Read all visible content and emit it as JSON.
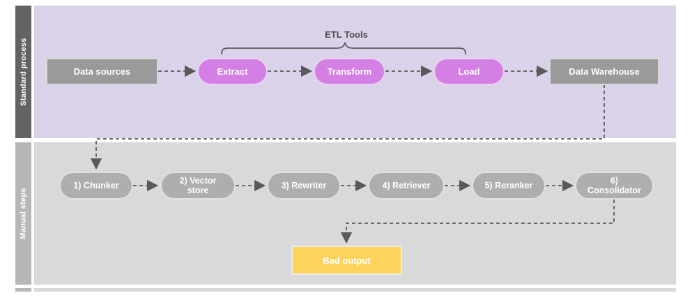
{
  "diagram": {
    "lanes": [
      {
        "label": "Standard process",
        "bg": "#d9d2e9",
        "label_bg": "#636363"
      },
      {
        "label": "Manual steps",
        "bg": "#d9d9d9",
        "label_bg": "#b7b7b7"
      }
    ],
    "annotation": {
      "label": "ETL Tools",
      "spans": [
        "Extract",
        "Transform",
        "Load"
      ]
    },
    "standard_nodes": [
      {
        "label": "Data sources",
        "shape": "rectangle",
        "color": "#9a9a9a"
      },
      {
        "label": "Extract",
        "shape": "pill",
        "color": "#d37fe3"
      },
      {
        "label": "Transform",
        "shape": "pill",
        "color": "#d37fe3"
      },
      {
        "label": "Load",
        "shape": "pill",
        "color": "#d37fe3"
      },
      {
        "label": "Data Warehouse",
        "shape": "rectangle",
        "color": "#9a9a9a"
      }
    ],
    "manual_nodes": [
      {
        "label": "1) Chunker",
        "shape": "pill",
        "color": "#aeaeae"
      },
      {
        "label": "2) Vector store",
        "shape": "pill",
        "color": "#aeaeae"
      },
      {
        "label": "3) Rewriter",
        "shape": "pill",
        "color": "#aeaeae"
      },
      {
        "label": "4) Retriever",
        "shape": "pill",
        "color": "#aeaeae"
      },
      {
        "label": "5) Reranker",
        "shape": "pill",
        "color": "#aeaeae"
      },
      {
        "label": "6) Consolidator",
        "shape": "pill",
        "color": "#aeaeae"
      }
    ],
    "output_node": {
      "label": "Bad output",
      "shape": "rectangle",
      "color": "#fcd45c"
    },
    "edges": [
      {
        "from": "Data sources",
        "to": "Extract",
        "style": "dashed-arrow"
      },
      {
        "from": "Extract",
        "to": "Transform",
        "style": "dashed-arrow"
      },
      {
        "from": "Transform",
        "to": "Load",
        "style": "dashed-arrow"
      },
      {
        "from": "Load",
        "to": "Data Warehouse",
        "style": "dashed-arrow"
      },
      {
        "from": "Data Warehouse",
        "to": "1) Chunker",
        "style": "dashed-arrow"
      },
      {
        "from": "1) Chunker",
        "to": "2) Vector store",
        "style": "dashed-arrow"
      },
      {
        "from": "2) Vector store",
        "to": "3) Rewriter",
        "style": "dashed-arrow"
      },
      {
        "from": "3) Rewriter",
        "to": "4) Retriever",
        "style": "dashed-arrow"
      },
      {
        "from": "4) Retriever",
        "to": "5) Reranker",
        "style": "dashed-arrow"
      },
      {
        "from": "5) Reranker",
        "to": "6) Consolidator",
        "style": "dashed-arrow"
      },
      {
        "from": "6) Consolidator",
        "to": "Bad output",
        "style": "dashed-arrow"
      }
    ],
    "colors": {
      "standard_lane_bg": "#d9d2e9",
      "standard_lane_label_bg": "#636363",
      "manual_lane_bg": "#d9d9d9",
      "manual_lane_label_bg": "#b7b7b7",
      "rect_node": "#9a9a9a",
      "etl_pill": "#d37fe3",
      "manual_pill": "#aeaeae",
      "bad_output": "#fcd45c",
      "connector": "#595959",
      "node_text": "#ffffff",
      "annotation_text": "#4d4d4d"
    }
  }
}
